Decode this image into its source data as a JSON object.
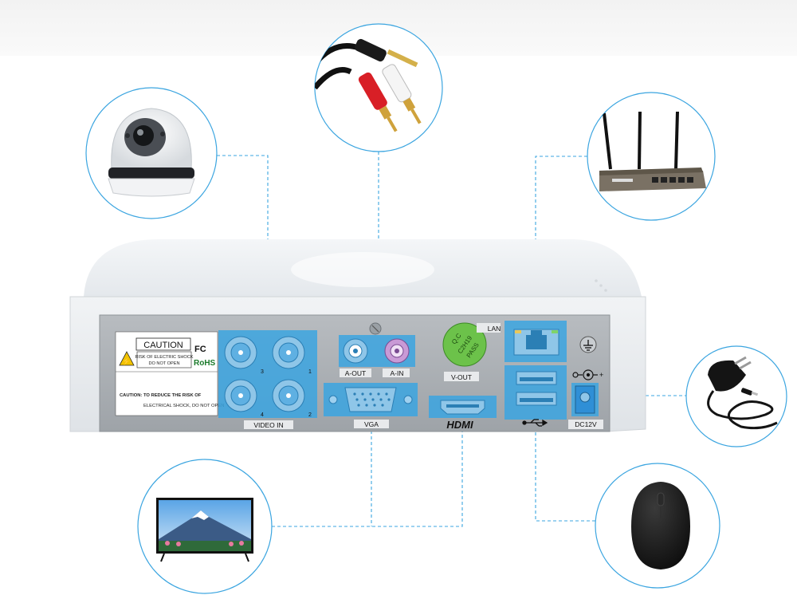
{
  "caution_label": {
    "title": "CAUTION",
    "line1": "RISK OF ELECTRIC SHOCK",
    "line2": "DO NOT OPEN",
    "fcc": "FC",
    "rohs": "RoHS",
    "warning_line1": "CAUTION: TO REDUCE THE RISK OF",
    "warning_line2": "ELECTRICAL SHOCK, DO NOT OPEN"
  },
  "video_in": {
    "label": "VIDEO IN",
    "channels": [
      "3",
      "1",
      "4",
      "2"
    ]
  },
  "audio": {
    "out_label": "A-OUT",
    "in_label": "A-IN"
  },
  "vga_label": "VGA",
  "qc_sticker": {
    "line1": "Q.C",
    "line2": "C2H19",
    "line3": "PASS"
  },
  "vout_label": "V-OUT",
  "hdmi_label": "HDMI",
  "lan_label": "LAN",
  "dc_label": "DC12V",
  "colors": {
    "highlight": "#3ba5e0",
    "connector": "#2f8fd6"
  },
  "icons": {
    "dome_camera": "dome-camera-icon",
    "rca_cable": "rca-cable-icon",
    "router": "router-icon",
    "power_adapter": "power-adapter-icon",
    "mouse": "mouse-icon",
    "tv": "tv-icon",
    "usb": "usb-icon",
    "ground": "ground-icon"
  }
}
